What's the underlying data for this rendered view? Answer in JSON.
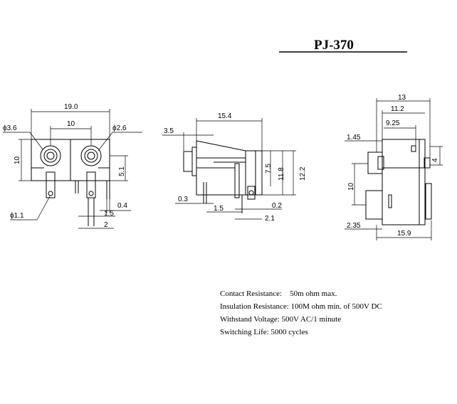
{
  "title": "PJ-370",
  "views": {
    "front": {
      "width": "19.0",
      "pitch": "10",
      "hole_left": "ϕ3.6",
      "hole_right": "ϕ2.6",
      "height": "10",
      "offset": "5.1",
      "pin_dia": "ϕ1.1",
      "d_0_4": "0.4",
      "d_1_5": "1.5",
      "d_2": "2"
    },
    "side": {
      "length": "15.4",
      "nose": "3.5",
      "h_7_5": "7.5",
      "h_11_8": "11.8",
      "h_12_2": "12.2",
      "d_0_3": "0.3",
      "d_1_5": "1.5",
      "d_0_2": "0.2",
      "d_2_1": "2.1"
    },
    "top": {
      "w_13": "13",
      "w_11_2": "11.2",
      "w_9_25": "9.25",
      "d_1_45": "1.45",
      "d_4": "4",
      "d_10": "10",
      "d_2_35": "2.35",
      "w_15_9": "15.9"
    }
  },
  "specs": [
    {
      "label": "Contact Resistance:",
      "value": "50m ohm max."
    },
    {
      "label": "Insulation Resistance:",
      "value": "100M ohm min. of 500V DC"
    },
    {
      "label": "Withstand Voltage:",
      "value": "500V AC/1 minute"
    },
    {
      "label": "Switching Life:",
      "value": "5000 cycles"
    }
  ]
}
